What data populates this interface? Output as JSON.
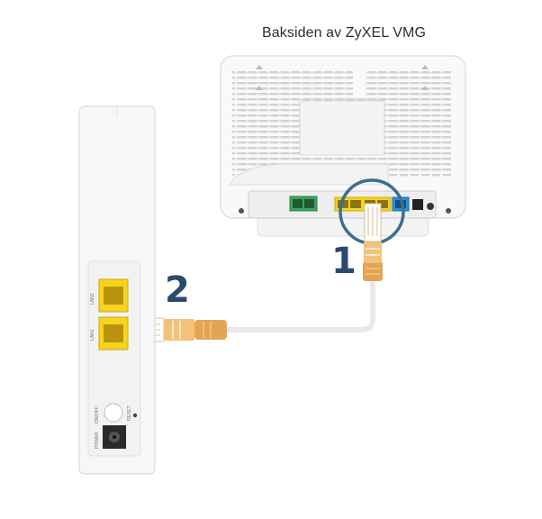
{
  "title": "Baksiden av ZyXEL VMG",
  "steps": {
    "first": "1",
    "second": "2"
  },
  "device_labels": {
    "lan_upper": "LAN2",
    "lan_lower": "LAN1",
    "onoff": "ON/OFF",
    "reset": "RESET",
    "power": "POWER"
  },
  "colors": {
    "cable": "#f2c27a",
    "cable_dark": "#e3a552",
    "port_yellow": "#f7d21f",
    "port_green": "#3aa55b",
    "port_blue": "#2b8fd6",
    "highlight_ring": "#3c6f8f",
    "step_number": "#2b4a6b"
  }
}
